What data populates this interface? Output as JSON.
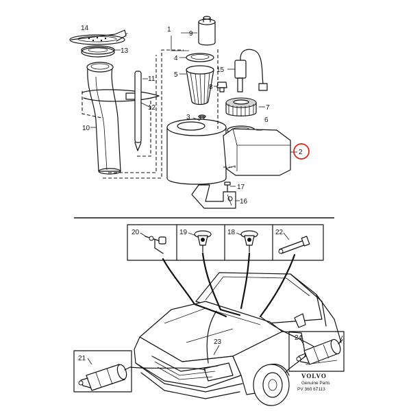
{
  "callouts": {
    "c1": "1",
    "c2": "2",
    "c3": "3",
    "c4": "4",
    "c5": "5",
    "c6": "6",
    "c7": "7",
    "c8": "8",
    "c9": "9",
    "c10": "10",
    "c11": "11",
    "c12": "12",
    "c13": "13",
    "c14": "14",
    "c15": "15",
    "c16": "16",
    "c17": "17",
    "c18": "18",
    "c19": "19",
    "c20": "20",
    "c21": "21",
    "c22": "22",
    "c23": "23",
    "c24": "24"
  },
  "highlight_color": "#d9261c",
  "brand": {
    "name": "VOLVO",
    "line1": "Genuine Parts",
    "line2": "PV 360 67113"
  }
}
